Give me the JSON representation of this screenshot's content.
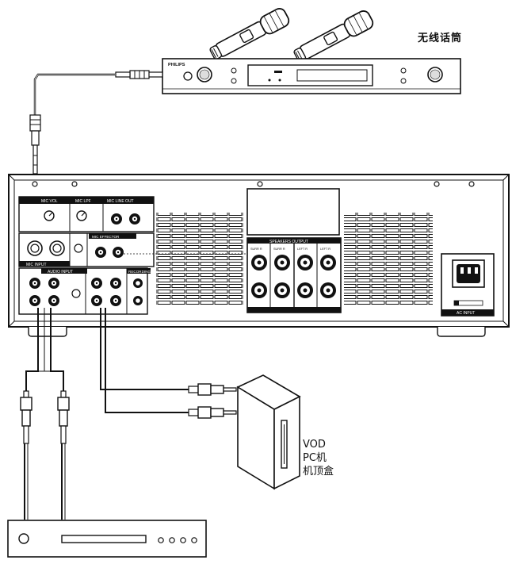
{
  "labels": {
    "wireless_mic": "无线话筒",
    "vod_line1": "VOD",
    "vod_line2": "PC机",
    "vod_line3": "机顶盒"
  },
  "receiver": {
    "brand": "PHILIPS"
  },
  "amplifier": {
    "mic_vol": "MIC VOL",
    "mic_lpf": "MIC LPF",
    "mic_line_out": "MIC LINE OUT",
    "mic_input": "MIC INPUT",
    "mic_effector": "MIC EFFECTOR",
    "audio_input": "AUDIO INPUT",
    "recording": "RECORDING",
    "speakers_output": "SPEAKERS OUTPUT",
    "ac_input": "AC INPUT",
    "sp_labels": [
      "SURR R",
      "SURR R",
      "LEFT R",
      "LEFT R"
    ]
  }
}
